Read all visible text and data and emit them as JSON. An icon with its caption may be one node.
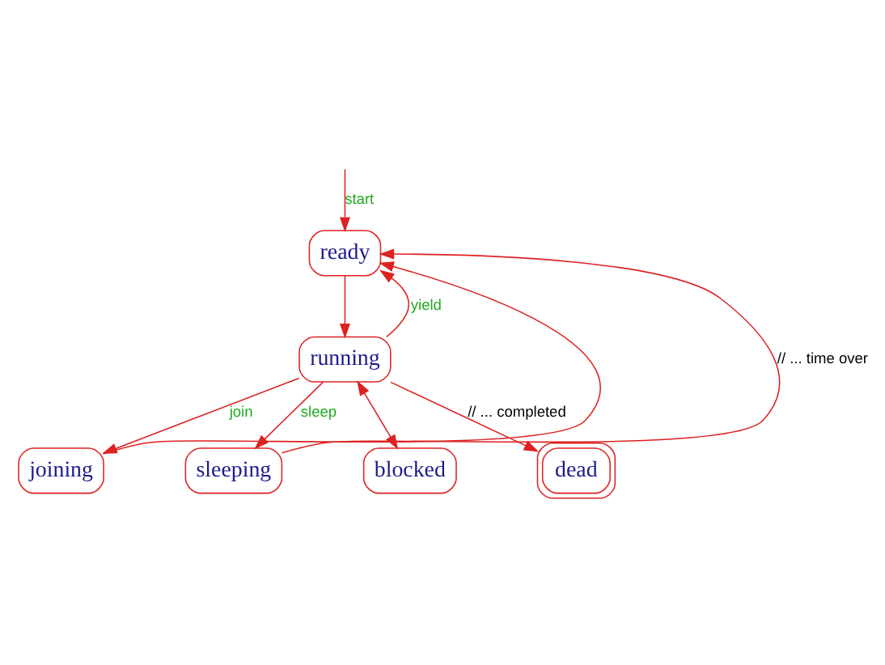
{
  "diagram": {
    "nodes": [
      {
        "text": [
          "ready"
        ]
      },
      {
        "text": [
          "running"
        ]
      },
      {
        "text": [
          "joining"
        ]
      },
      {
        "text": [
          "sleeping"
        ]
      },
      {
        "text": [
          "blocked"
        ]
      },
      {
        "text": [
          "dead"
        ]
      }
    ],
    "edges": [
      {
        "from": null,
        "to": 0,
        "arrow": "to",
        "label": "start"
      },
      {
        "from": 0,
        "to": 1,
        "arrow": "to"
      },
      {
        "from": 1,
        "to": 0,
        "arrow": "to",
        "label": "yield"
      },
      {
        "from": 1,
        "to": 2,
        "arrow": "to",
        "label": "join"
      },
      {
        "from": 2,
        "to": 0,
        "arrow": "to"
      },
      {
        "from": 1,
        "to": 4,
        "arrow": "both"
      },
      {
        "from": 1,
        "to": 3,
        "arrow": "to",
        "label": "sleep"
      },
      {
        "from": 3,
        "to": 0,
        "arrow": "to",
        "label": "// ... time over"
      },
      {
        "from": 1,
        "to": 5,
        "arrow": "to",
        "label": "// ... completed"
      }
    ]
  }
}
